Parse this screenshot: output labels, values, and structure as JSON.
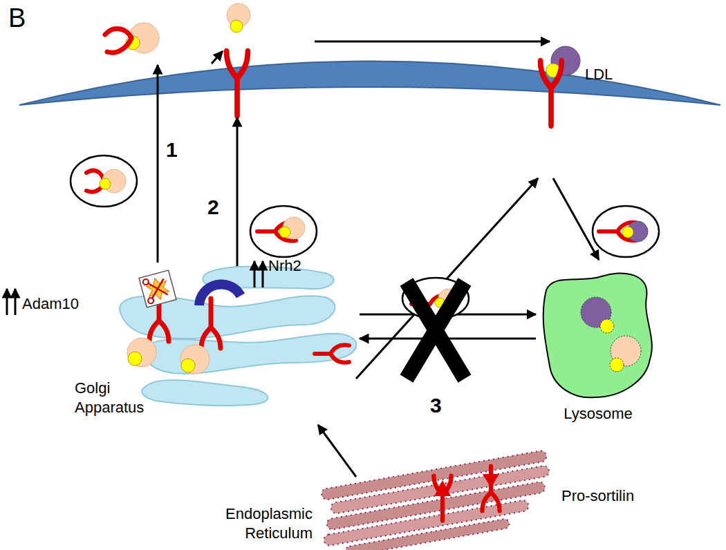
{
  "diagram": {
    "nodes": [
      {
        "text": [
          "Golgi Apparatus"
        ]
      },
      {
        "text": [
          "Lysosome"
        ]
      },
      {
        "text": [
          "Endoplasmic Reticulum"
        ]
      }
    ],
    "edges": [
      {
        "from": 2,
        "to": 0,
        "arrow": "to"
      },
      {
        "from": 0,
        "to": 1,
        "arrow": "to"
      },
      {
        "from": 1,
        "to": 0,
        "arrow": "to"
      }
    ],
    "labels": [
      "B",
      "LDL",
      "1",
      "2",
      "Adam10",
      "Nrh2",
      "3",
      "Pro-sortilin"
    ]
  }
}
